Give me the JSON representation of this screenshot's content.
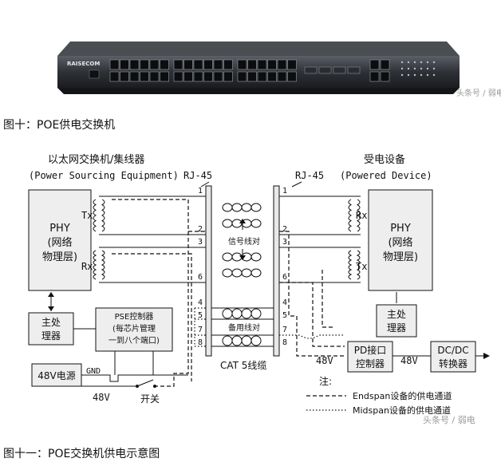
{
  "photo": {
    "brand": "RAISECOM",
    "watermark": "头条号 / 弱电"
  },
  "captions": {
    "fig10": "图十：POE供电交换机",
    "fig11": "图十一：POE交换机供电示意图"
  },
  "diagram": {
    "left_title": "以太网交换机/集线器",
    "left_subtitle": "(Power Sourcing Equipment)",
    "right_title": "受电设备",
    "right_subtitle": "(Powered Device)",
    "rj45_left": "RJ-45",
    "rj45_right": "RJ-45",
    "phy_left": [
      "PHY",
      "(网络",
      "物理层)"
    ],
    "phy_right": [
      "PHY",
      "(网络",
      "物理层)"
    ],
    "tx_left": "Tx",
    "rx_left": "Rx",
    "rx_right": "Rx",
    "tx_right": "Tx",
    "cpu_left": [
      "主处",
      "理器"
    ],
    "cpu_right": [
      "主处",
      "理器"
    ],
    "pse_controller": [
      "PSE控制器",
      "(每芯片管理",
      "一到八个端口)"
    ],
    "power_supply": "48V电源",
    "gnd": "GND",
    "v48_bottom": "48V",
    "v48_pd": "48V",
    "v48_dcdc": "48V",
    "switch": "开关",
    "signal_pairs": "信号线对",
    "spare_pairs": "备用线对",
    "cable": "CAT 5线缆",
    "pd_controller": [
      "PD接口",
      "控制器"
    ],
    "dcdc": [
      "DC/DC",
      "转换器"
    ],
    "note_label": "注:",
    "legend_endspan": "Endspan设备的供电通道",
    "legend_midspan": "Midspan设备的供电通道",
    "pins": [
      "1",
      "2",
      "3",
      "6",
      "4",
      "5",
      "7",
      "8"
    ],
    "watermark": "头条号 / 弱电"
  }
}
